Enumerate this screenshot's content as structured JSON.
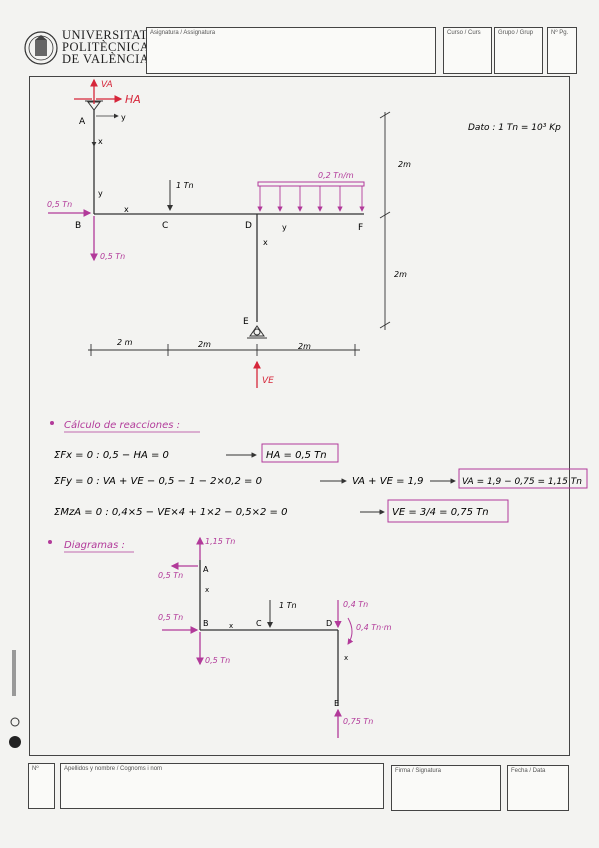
{
  "header": {
    "university": [
      "UNIVERSITAT",
      "POLITÈCNICA",
      "DE VALÈNCIA"
    ],
    "asignatura_label": "Asignatura / Assignatura",
    "curso_label": "Curso / Curs",
    "grupo_label": "Grupo / Grup",
    "page_label": "Nº Pg."
  },
  "footer": {
    "num_label": "Nº",
    "nombre_label": "Apellidos y nombre / Cognoms i nom",
    "firma_label": "Firma / Signatura",
    "fecha_label": "Fecha / Data"
  },
  "diagram": {
    "dato": "Dato : 1 Tn = 10³ Kp",
    "node_A": "A",
    "node_B": "B",
    "node_C": "C",
    "node_D": "D",
    "node_E": "E",
    "node_F": "F",
    "VA": "VA",
    "HA": "HA",
    "VE": "VE",
    "load_left": "0,5 Tn",
    "load_down_B": "0,5 Tn",
    "load_C": "1 Tn",
    "dist_load": "0,2 Tn/m",
    "dim_2m_top": "2m",
    "dim_2m_bottom": "2m",
    "dim_bottom": [
      "2 m",
      "2m",
      "2m"
    ],
    "axis_x": "x",
    "axis_y": "y"
  },
  "calc": {
    "heading": "Cálculo de reacciones :",
    "eq1_lhs": "ΣFx = 0 :  0,5 − HA = 0",
    "eq1_res": "HA = 0,5 Tn",
    "eq2_lhs": "ΣFy = 0 :  VA + VE − 0,5 − 1 − 2×0,2 = 0",
    "eq2_mid": "VA + VE = 1,9",
    "eq2_res": "VA = 1,9 − 0,75 = 1,15 Tn",
    "eq3_lhs": "ΣMzA = 0 :  0,4×5 − VE×4 + 1×2 − 0,5×2 = 0",
    "eq3_res": "VE = 3/4 = 0,75 Tn"
  },
  "diagramas": {
    "heading": "Diagramas :",
    "A_up": "1,15 Tn",
    "A_left": "0,5 Tn",
    "B_left": "0,5 Tn",
    "B_down": "0,5 Tn",
    "C_load": "1 Tn",
    "D_load": "0,4 Tn",
    "D_moment": "0,4 Tn·m",
    "E_up": "0,75 Tn",
    "node_A": "A",
    "node_B": "B",
    "node_C": "C",
    "node_D": "D",
    "node_E": "E"
  }
}
